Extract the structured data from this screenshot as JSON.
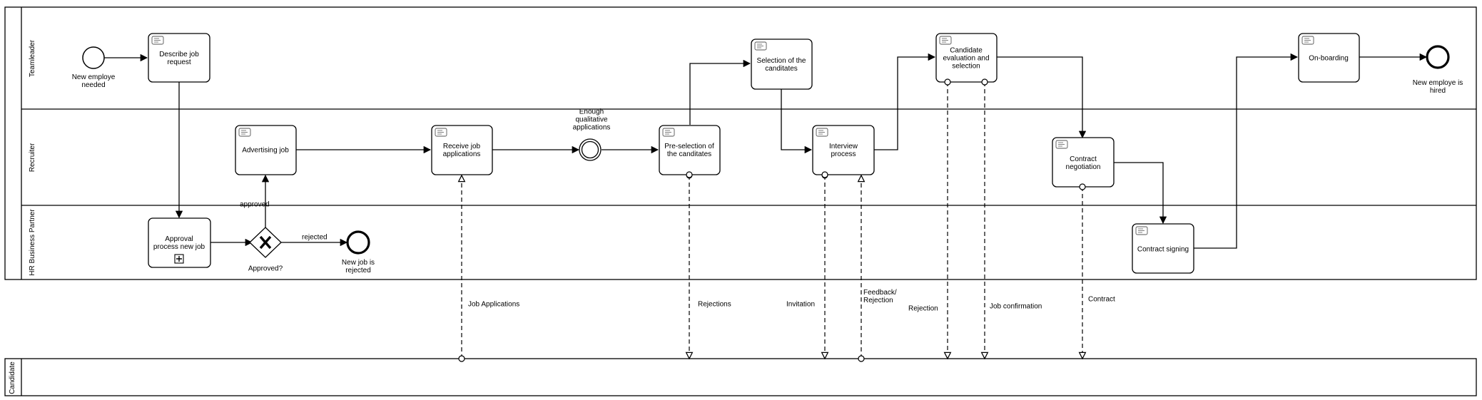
{
  "pool_main": {
    "lanes": [
      {
        "id": "teamleader",
        "label": "Teamleader"
      },
      {
        "id": "recruiter",
        "label": "Recruiter"
      },
      {
        "id": "hrbp",
        "label": "HR Business Partner"
      }
    ]
  },
  "pool_candidate": {
    "label": "Candidate"
  },
  "tasks": {
    "describe": [
      "Describe job",
      "request"
    ],
    "selection": [
      "Selection of the",
      "canditates"
    ],
    "evaluation": [
      "Candidate",
      "evaluation and",
      "selection"
    ],
    "onboarding": [
      "On-boarding"
    ],
    "advertising": [
      "Advertising job"
    ],
    "receive": [
      "Receive job",
      "applications"
    ],
    "preselection": [
      "Pre-selection of",
      "the canditates"
    ],
    "interview": [
      "Interview",
      "process"
    ],
    "negotiation": [
      "Contract",
      "negotiation"
    ],
    "approval": [
      "Approval",
      "process new job"
    ],
    "signing": [
      "Contract signing"
    ]
  },
  "events": {
    "start": [
      "New employe",
      "needed"
    ],
    "end_hired": [
      "New employe is",
      "hired"
    ],
    "end_rejected": [
      "New job is",
      "rejected"
    ],
    "intermediate": [
      "Enough",
      "qualitative",
      "applications"
    ]
  },
  "gateway": {
    "label": "Approved?"
  },
  "flow_labels": {
    "approved": "approved",
    "rejected": "rejected"
  },
  "messages": {
    "job_applications": [
      "Job Applications"
    ],
    "rejections": [
      "Rejections"
    ],
    "invitation": [
      "Invitation"
    ],
    "feedback": [
      "Feedback/",
      "Rejection"
    ],
    "rejection": [
      "Rejection"
    ],
    "job_confirmation": [
      "Job confirmation"
    ],
    "contract": [
      "Contract"
    ]
  }
}
